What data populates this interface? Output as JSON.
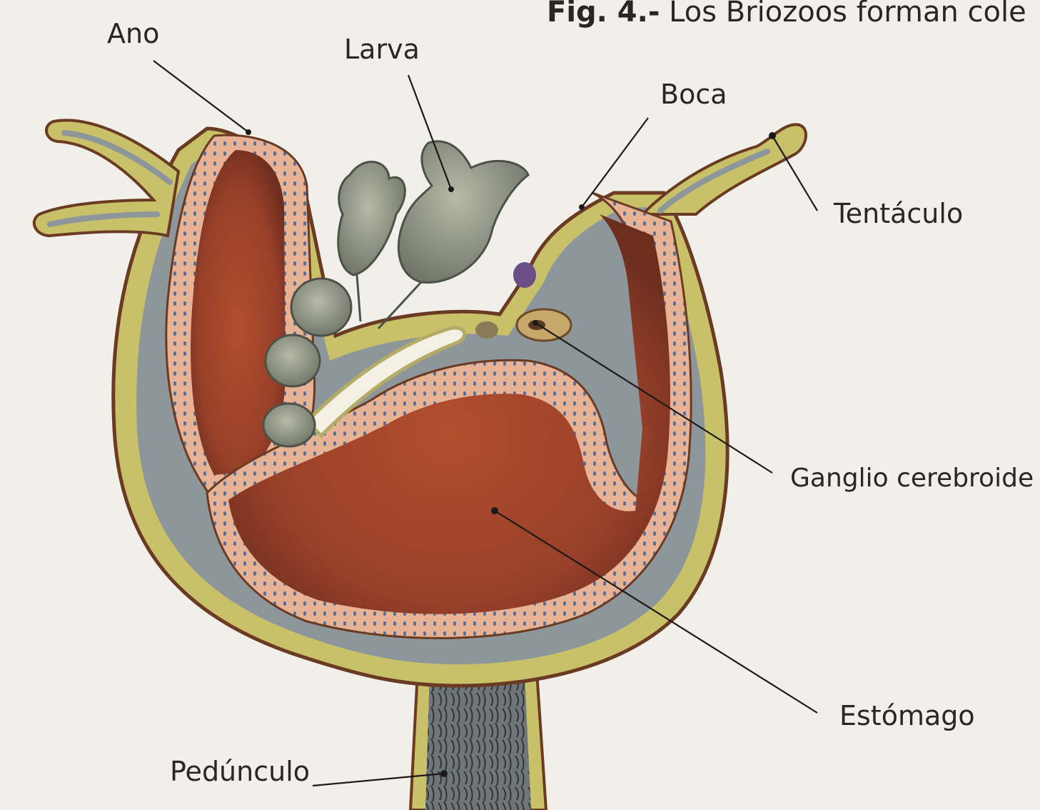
{
  "caption": {
    "figure_number": "Fig. 4.-",
    "text": "Los Briozoos forman cole"
  },
  "labels": {
    "ano": "Ano",
    "larva": "Larva",
    "boca": "Boca",
    "tentaculo": "Tentáculo",
    "ganglio": "Ganglio cerebroide",
    "estomago": "Estómago",
    "pedunculo": "Pedúnculo"
  },
  "colors": {
    "background": "#f1efea",
    "wall_yellow": "#c9c06a",
    "body_grey": "#8d969a",
    "gut_brown": "#a0462a",
    "epithelium_pink": "#e3a98a",
    "larva_green": "#8c9180"
  }
}
